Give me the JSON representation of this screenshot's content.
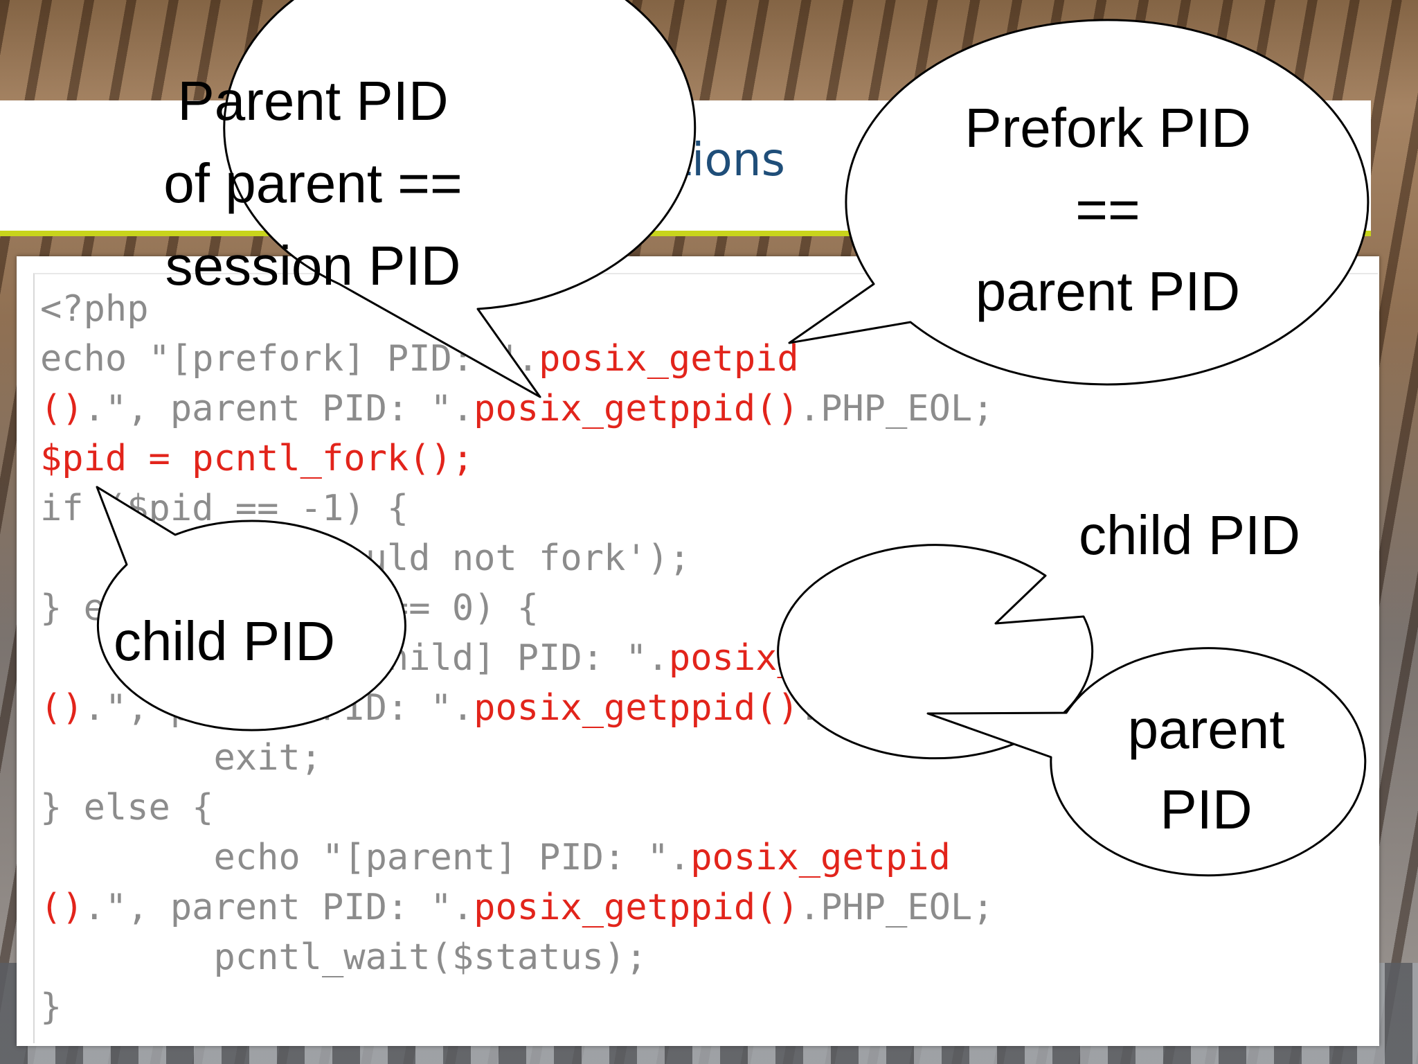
{
  "slide": {
    "title_suffix": "functions"
  },
  "code": {
    "lines": [
      [
        {
          "t": "<?php",
          "h": false
        }
      ],
      [
        {
          "t": "echo \"[prefork] PID: \".",
          "h": false
        },
        {
          "t": "posix_getpid",
          "h": true
        }
      ],
      [
        {
          "t": "()",
          "h": true
        },
        {
          "t": ".\", parent PID: \".",
          "h": false
        },
        {
          "t": "posix_getppid()",
          "h": true
        },
        {
          "t": ".PHP_EOL;",
          "h": false
        }
      ],
      [
        {
          "t": "$pid = pcntl_fork();",
          "h": true
        }
      ],
      [
        {
          "t": "if ($pid == -1) {",
          "h": false
        }
      ],
      [
        {
          "t": "        die('could not fork');",
          "h": false
        }
      ],
      [
        {
          "t": "} else if ($pid == 0) {",
          "h": false
        }
      ],
      [
        {
          "t": "        echo \"[child] PID: \".",
          "h": false
        },
        {
          "t": "posix_getpid",
          "h": true
        }
      ],
      [
        {
          "t": "()",
          "h": true
        },
        {
          "t": ".\", parent PID: \".",
          "h": false
        },
        {
          "t": "posix_getppid()",
          "h": true
        },
        {
          "t": ".PHP_EOL;",
          "h": false
        }
      ],
      [
        {
          "t": "        exit;",
          "h": false
        }
      ],
      [
        {
          "t": "} else {",
          "h": false
        }
      ],
      [
        {
          "t": "        echo \"[parent] PID: \".",
          "h": false
        },
        {
          "t": "posix_getpid",
          "h": true
        }
      ],
      [
        {
          "t": "()",
          "h": true
        },
        {
          "t": ".\", parent PID: \".",
          "h": false
        },
        {
          "t": "posix_getppid()",
          "h": true
        },
        {
          "t": ".PHP_EOL;",
          "h": false
        }
      ],
      [
        {
          "t": "        pcntl_wait($status);",
          "h": false
        }
      ],
      [
        {
          "t": "}",
          "h": false
        }
      ]
    ]
  },
  "callouts": {
    "parent_of_parent": {
      "lines": [
        "Parent PID",
        "of parent ==",
        "session PID"
      ]
    },
    "prefork": {
      "lines": [
        "Prefork PID",
        "==",
        "parent PID"
      ]
    },
    "child_left": {
      "lines": [
        "child PID"
      ]
    },
    "child_right": {
      "lines": [
        "child PID"
      ]
    },
    "parent_right": {
      "lines": [
        "parent",
        "PID"
      ]
    }
  },
  "colors": {
    "code_gray": "#8c8c8c",
    "code_highlight": "#e2241b",
    "title_blue": "#1f4e79",
    "rule_yellow": "#c8d41c"
  }
}
